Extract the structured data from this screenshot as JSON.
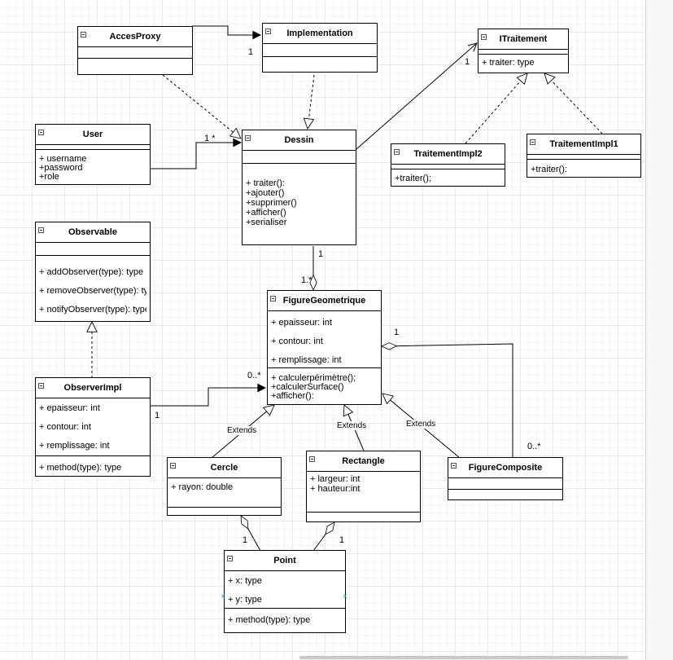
{
  "classes": {
    "acces_proxy": {
      "name": "AccesProxy"
    },
    "implementation": {
      "name": "Implementation"
    },
    "itraitement": {
      "name": "ITraitement",
      "methods": [
        "+ traiter: type"
      ]
    },
    "user": {
      "name": "User",
      "attributes": [
        "+ username",
        "+password",
        "+role"
      ]
    },
    "dessin": {
      "name": "Dessin",
      "methods": [
        "+ traiter():",
        "+ajouter()",
        "+supprimer()",
        "+afficher()",
        "+serialiser"
      ]
    },
    "traitement_impl2": {
      "name": "TraitementImpl2",
      "methods": [
        "+traiter();"
      ]
    },
    "traitement_impl1": {
      "name": "TraitementImpl1",
      "methods": [
        "+traiter():"
      ]
    },
    "observable": {
      "name": "Observable",
      "methods": [
        "+ addObserver(type): type",
        "+ removeObserver(type): type",
        "+ notifyObserver(type): type"
      ]
    },
    "figure_geometrique": {
      "name": "FigureGeometrique",
      "attributes": [
        "+ epaisseur: int",
        "+ contour: int",
        "+ remplissage: int"
      ],
      "methods": [
        "+ calculerpérimètre();",
        "+calculerSurface()",
        "+afficher():"
      ]
    },
    "observer_impl": {
      "name": "ObserverImpl",
      "attributes": [
        "+ epaisseur: int",
        "+ contour: int",
        "+ remplissage: int"
      ],
      "methods": [
        "+ method(type): type"
      ]
    },
    "cercle": {
      "name": "Cercle",
      "attributes": [
        "+ rayon: double"
      ]
    },
    "rectangle": {
      "name": "Rectangle",
      "attributes": [
        "+ largeur: int",
        "+ hauteur:int"
      ]
    },
    "figure_composite": {
      "name": "FigureComposite"
    },
    "point": {
      "name": "Point",
      "attributes": [
        "+ x: type",
        "+ y: type"
      ],
      "methods": [
        "+ method(type): type"
      ]
    }
  },
  "multiplicities": {
    "proxy_impl": "1",
    "itraitement_dessin": "1",
    "user_dessin": "1 *",
    "dessin_figure_top": "1",
    "dessin_figure_bottom": "1.*",
    "observer_figure_left": "1",
    "observer_figure_right": "0..*",
    "figure_composite_top": "1",
    "figure_composite_bottom": "0..*",
    "cercle_point": "1",
    "rectangle_point": "1"
  },
  "relations": {
    "extends_cercle": "Extends",
    "extends_rectangle": "Extends",
    "extends_composite": "Extends"
  },
  "selection_marker": "×",
  "colors": {
    "line": "#000000",
    "grid": "#e8e8e8",
    "selection": "#29a0e3"
  }
}
